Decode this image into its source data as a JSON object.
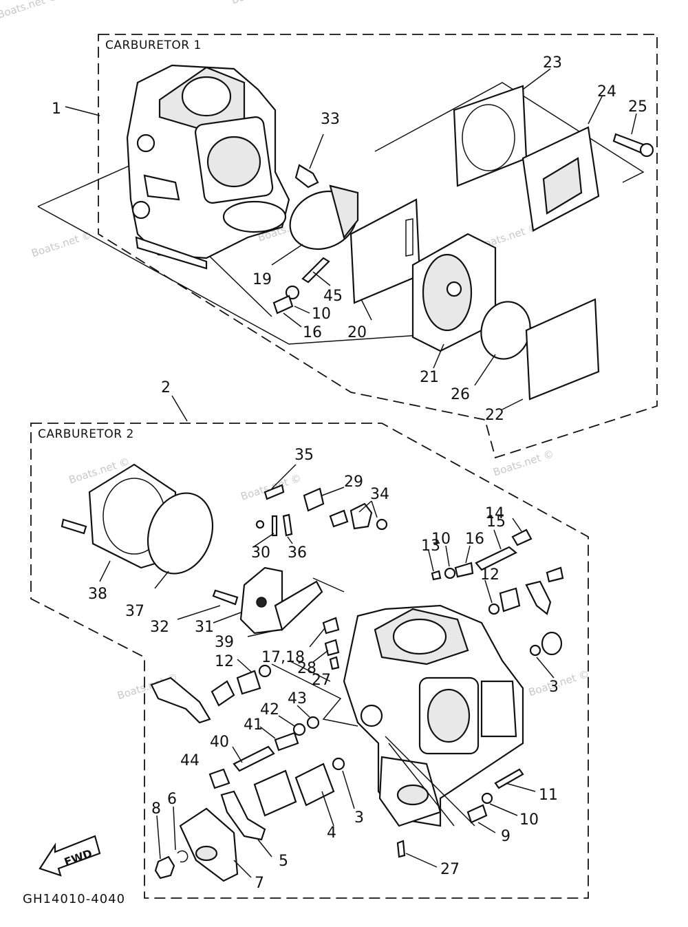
{
  "sections": {
    "carb1": "CARBURETOR 1",
    "carb2": "CARBURETOR 2"
  },
  "diagram_code": "GH14010-4040",
  "fwd_label": "FWD",
  "watermark": "Boats.net ©",
  "callouts": {
    "c1": "1",
    "c2": "2",
    "c3a": "3",
    "c3b": "3",
    "c4": "4",
    "c5": "5",
    "c6": "6",
    "c7": "7",
    "c8": "8",
    "c9": "9",
    "c10a": "10",
    "c10b": "10",
    "c10c": "10",
    "c11": "11",
    "c12a": "12",
    "c12b": "12",
    "c13": "13",
    "c14": "14",
    "c15": "15",
    "c16a": "16",
    "c16b": "16",
    "c1718": "17,18",
    "c19": "19",
    "c20": "20",
    "c21": "21",
    "c22": "22",
    "c23": "23",
    "c24": "24",
    "c25": "25",
    "c26": "26",
    "c27a": "27",
    "c27b": "27",
    "c28": "28",
    "c29": "29",
    "c30": "30",
    "c31": "31",
    "c32": "32",
    "c33": "33",
    "c34": "34",
    "c35": "35",
    "c36": "36",
    "c37": "37",
    "c38": "38",
    "c39": "39",
    "c40": "40",
    "c41": "41",
    "c42": "42",
    "c43": "43",
    "c44": "44",
    "c45": "45"
  }
}
